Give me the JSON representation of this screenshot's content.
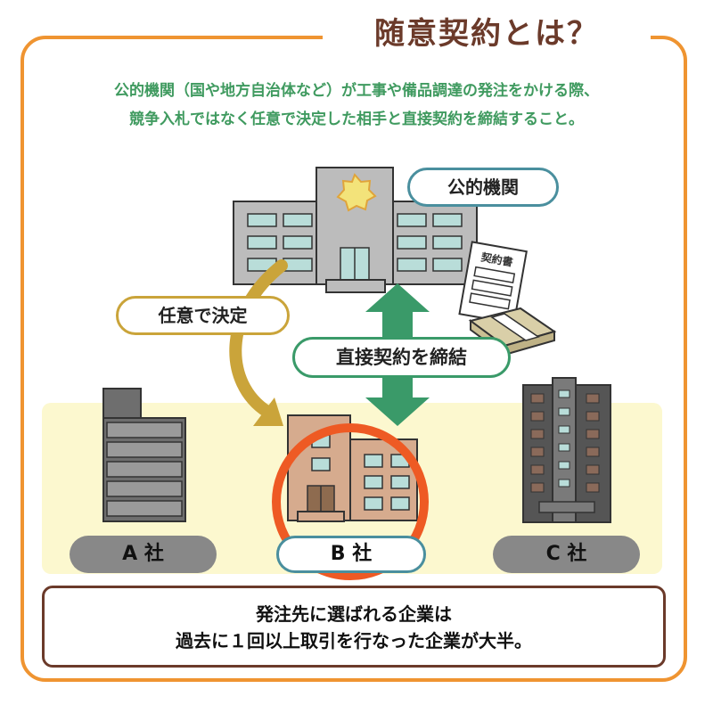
{
  "title": "随意契約とは？",
  "intro": {
    "line1": "公的機関（国や地方自治体など）が工事や備品調達の発注をかける際、",
    "line2": "競争入札ではなく任意で決定した相手と直接契約を締結すること。"
  },
  "labels": {
    "public_body": "公的機関",
    "choice": "任意で決定",
    "contract": "直接契約を締結",
    "document": "契約書"
  },
  "companies": [
    {
      "label": "A 社"
    },
    {
      "label": "B 社"
    },
    {
      "label": "C 社"
    }
  ],
  "note": {
    "line1": "発注先に選ばれる企業は",
    "line2": "過去に１回以上取引を行なった企業が大半。"
  },
  "colors": {
    "frame": "#ef9431",
    "title_text": "#6b3a2a",
    "intro_text": "#3f9a5f",
    "band": "#fcf8cf",
    "selection_circle": "#ee5a24",
    "contract_arrow": "#3a9a69",
    "choice_arrow": "#caa43a",
    "company_pill": "#888888",
    "selected_pill_border": "#4a8f9e"
  }
}
